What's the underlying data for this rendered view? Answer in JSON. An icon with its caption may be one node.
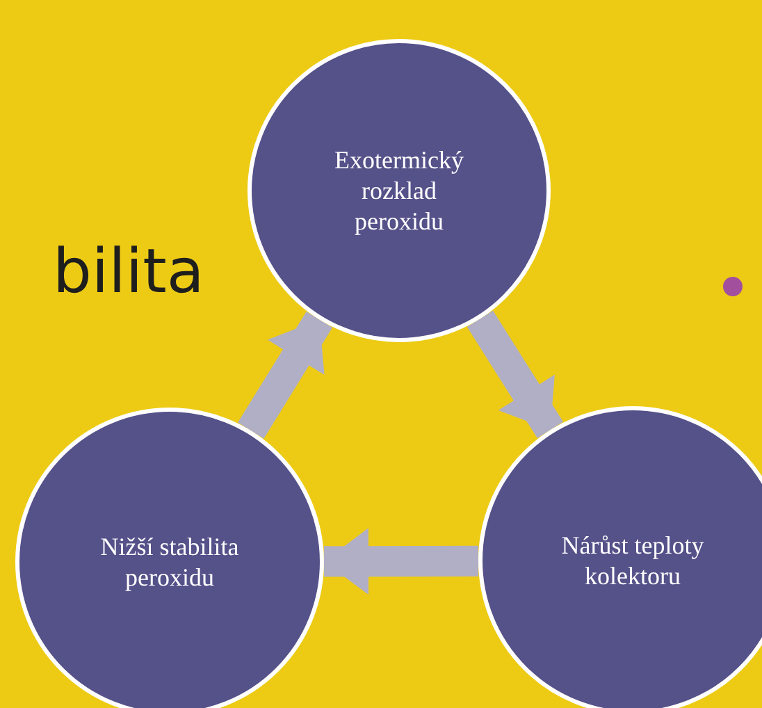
{
  "diagram": {
    "nodes": [
      {
        "text": [
          "Exotermický rozklad peroxidu"
        ]
      },
      {
        "text": [
          "Nárůst teploty kolektoru"
        ]
      },
      {
        "text": [
          "Nižší stabilita peroxidu"
        ]
      }
    ],
    "edges": [
      {
        "from": 2,
        "to": 0,
        "arrow": "to"
      },
      {
        "from": 0,
        "to": 1,
        "arrow": "to"
      },
      {
        "from": 1,
        "to": 2,
        "arrow": "to"
      }
    ],
    "labels": [
      "bilita"
    ]
  }
}
